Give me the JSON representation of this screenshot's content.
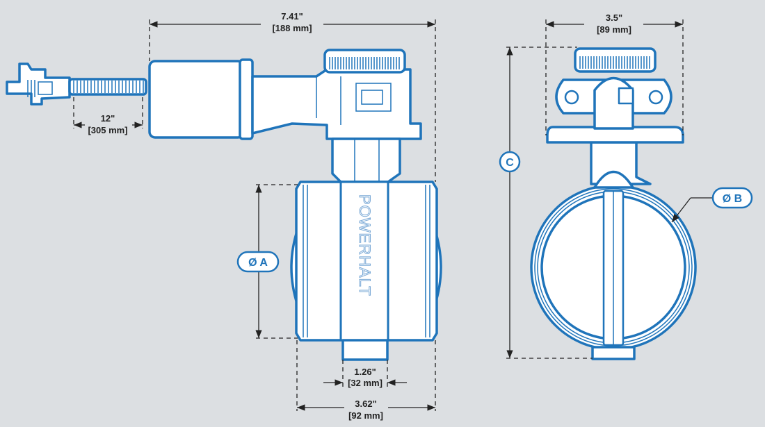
{
  "brand_text": "POWERHALT",
  "colors": {
    "background": "#dcdfe2",
    "line": "#1f74ba",
    "dimension": "#222222"
  },
  "dimensions": {
    "overall_length": {
      "inch": "7.41\"",
      "mm": "[188 mm]"
    },
    "cable_length": {
      "inch": "12\"",
      "mm": "[305 mm]"
    },
    "outlet_width": {
      "inch": "1.26\"",
      "mm": "[32 mm]"
    },
    "body_length": {
      "inch": "3.62\"",
      "mm": "[92 mm]"
    },
    "side_width": {
      "inch": "3.5\"",
      "mm": "[89 mm]"
    }
  },
  "callouts": {
    "a": "Ø A",
    "b": "Ø B",
    "c": "C"
  }
}
